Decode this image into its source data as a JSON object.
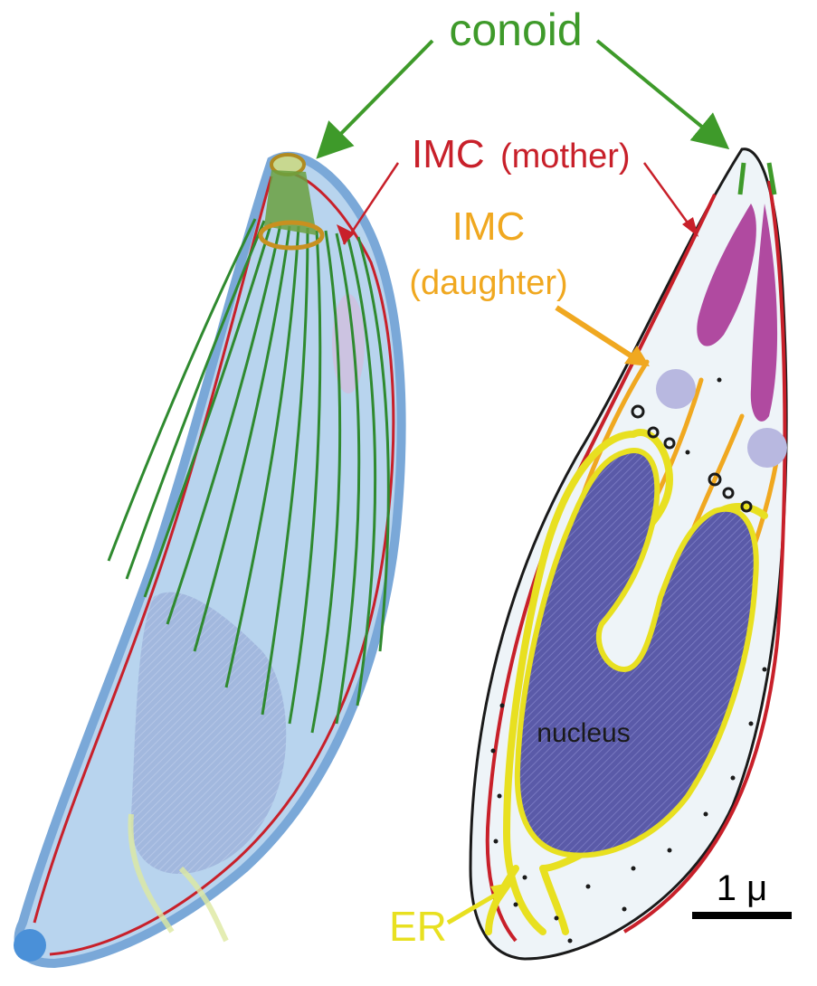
{
  "labels": {
    "conoid": "conoid",
    "imc": "IMC",
    "mother": "(mother)",
    "imc_daughter_1": "IMC",
    "imc_daughter_2": "(daughter)",
    "nucleus": "nucleus",
    "er": "ER",
    "scale": "1 μ"
  },
  "colors": {
    "conoid": "#3e9a2a",
    "imc_mother": "#c8202a",
    "imc_daughter": "#f0a820",
    "er": "#e8e020",
    "nucleus": "#5a5aa8",
    "rhoptry": "#b04aa0",
    "cell_left": "#7aa8d8",
    "cell_left_fill": "#b8d4ee",
    "cell_right_fill": "#eef4f8",
    "microtubule": "#2f8a2f"
  }
}
